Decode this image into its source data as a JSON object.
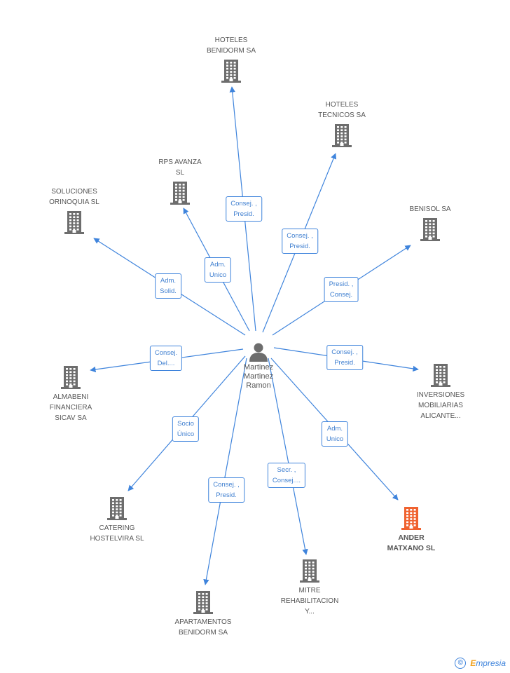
{
  "center": {
    "name_lines": [
      "Martinez",
      "Martinez",
      "Ramon"
    ]
  },
  "colors": {
    "edge": "#3f84dc",
    "company": "#6d6d6d",
    "highlight": "#f0622f",
    "person": "#6d6d6d"
  },
  "nodes": [
    {
      "id": "hoteles-benidorm",
      "name_lines": [
        "HOTELES",
        "BENIDORM SA"
      ],
      "role_lines": [
        "Consej. ,",
        "Presid."
      ]
    },
    {
      "id": "hoteles-tecnicos",
      "name_lines": [
        "HOTELES",
        "TECNICOS SA"
      ],
      "role_lines": [
        "Consej. ,",
        "Presid."
      ]
    },
    {
      "id": "rps-avanza",
      "name_lines": [
        "RPS AVANZA",
        "SL"
      ],
      "role_lines": [
        "Adm.",
        "Unico"
      ]
    },
    {
      "id": "soluciones-orinoquia",
      "name_lines": [
        "SOLUCIONES",
        "ORINOQUIA SL"
      ],
      "role_lines": [
        "Adm.",
        "Solid."
      ]
    },
    {
      "id": "benisol",
      "name_lines": [
        "BENISOL SA"
      ],
      "role_lines": [
        "Presid. ,",
        "Consej."
      ]
    },
    {
      "id": "almabeni",
      "name_lines": [
        "ALMABENI",
        "FINANCIERA",
        "SICAV SA"
      ],
      "role_lines": [
        "Consej.",
        "Del...."
      ]
    },
    {
      "id": "inversiones-mobiliarias",
      "name_lines": [
        "INVERSIONES",
        "MOBILIARIAS",
        "ALICANTE..."
      ],
      "role_lines": [
        "Consej. ,",
        "Presid."
      ]
    },
    {
      "id": "catering-hostelvira",
      "name_lines": [
        "CATERING",
        "HOSTELVIRA SL"
      ],
      "role_lines": [
        "Socio",
        "Único"
      ]
    },
    {
      "id": "ander-matxano",
      "name_lines": [
        "ANDER",
        "MATXANO SL"
      ],
      "role_lines": [
        "Adm.",
        "Unico"
      ],
      "highlight": true
    },
    {
      "id": "apartamentos-benidorm",
      "name_lines": [
        "APARTAMENTOS",
        "BENIDORM SA"
      ],
      "role_lines": [
        "Consej. ,",
        "Presid."
      ]
    },
    {
      "id": "mitre-rehabilitacion",
      "name_lines": [
        "MITRE",
        "REHABILITACION",
        "Y..."
      ],
      "role_lines": [
        "Secr. ,",
        "Consej...."
      ]
    }
  ],
  "footer": {
    "copyright_symbol": "©",
    "brand_initial": "E",
    "brand_rest": "mpresia"
  }
}
